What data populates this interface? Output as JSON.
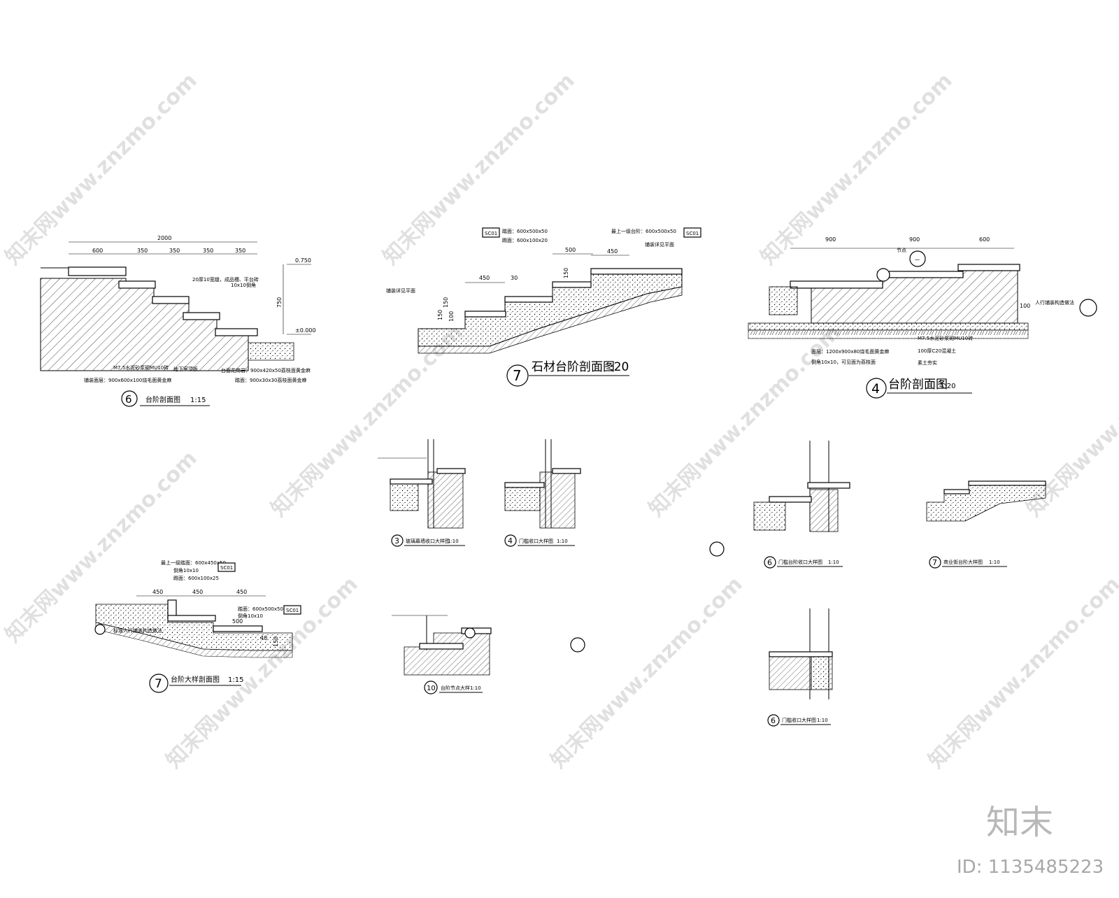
{
  "watermark": {
    "text": "知末网www.znzmo.com"
  },
  "brand": {
    "logo_text": "知末",
    "id_text": "ID: 1135485223"
  },
  "details": {
    "d6_section": {
      "number": "6",
      "title": "台阶剖面图",
      "scale": "1:15",
      "dims_top": [
        "2000",
        "600",
        "350",
        "350",
        "350",
        "350"
      ],
      "levels": [
        "0.750",
        "±0.000",
        "750"
      ],
      "notes": [
        "20厚10宽缝，成品槽、平台砖",
        "10x10倒角",
        "M7.5水泥砂浆砌MU10砖",
        "铺装面层：900x600x100烧毛面黄金麻",
        "地下室顶板",
        "台面花岗岩：900x420x50荔枝面黄金麻",
        "踏面：900x30x30荔枝面黄金麻"
      ]
    },
    "d7_stone": {
      "number": "7",
      "title": "石材台阶剖面图",
      "scale": ":20",
      "tags": [
        "SC01",
        "SC01"
      ],
      "notes": [
        "踏面：600x500x50",
        "踢面：600x100x20",
        "最上一级台阶：600x500x50",
        "铺装详见平面",
        "铺装详见平面"
      ],
      "dims": [
        "450",
        "500",
        "450",
        "30",
        "150",
        "150",
        "150",
        "100"
      ]
    },
    "d4_section": {
      "number": "4",
      "title": "台阶剖面图",
      "scale": "1:20",
      "dims_top": [
        "900",
        "900",
        "600"
      ],
      "node_label": "节点",
      "node_ref": "一",
      "notes": [
        "人行铺装构造做法",
        "M7.5水泥砂浆砌MU10砖",
        "100厚C20混凝土",
        "素土夯实",
        "面层：1200x900x80烧毛面黄金麻",
        "倒角10x10，可见面为荔枝面"
      ],
      "side_dim": "100"
    },
    "d3_glass": {
      "number": "3",
      "title": "玻璃幕墙收口大样图",
      "scale": "1:10"
    },
    "d4_door": {
      "number": "4",
      "title": "门槛收口大样图",
      "scale": "1:10"
    },
    "d6_threshold": {
      "number": "6",
      "title": "门槛台阶收口大样图",
      "scale": "1:10"
    },
    "d7_commercial": {
      "number": "7",
      "title": "商业街台阶大样图",
      "scale": "1:10"
    },
    "d7_detail": {
      "number": "7",
      "title": "台阶大样剖面图",
      "scale": "1:15",
      "notes": [
        "最上一级踏面：600x450x50",
        "倒角10x10",
        "踢面：600x100x25",
        "踏面：600x500x50",
        "倒角10x10",
        "标准人行铺装构造做法"
      ],
      "tags": [
        "SC01",
        "SC01"
      ],
      "dims": [
        "450",
        "450",
        "450",
        "500",
        "40",
        "150"
      ]
    },
    "d10_node": {
      "number": "10",
      "title": "台阶节点大样",
      "scale": "1:10"
    },
    "d6_threshold2": {
      "number": "6",
      "title": "门槛收口大样图",
      "scale": "1:10"
    }
  }
}
